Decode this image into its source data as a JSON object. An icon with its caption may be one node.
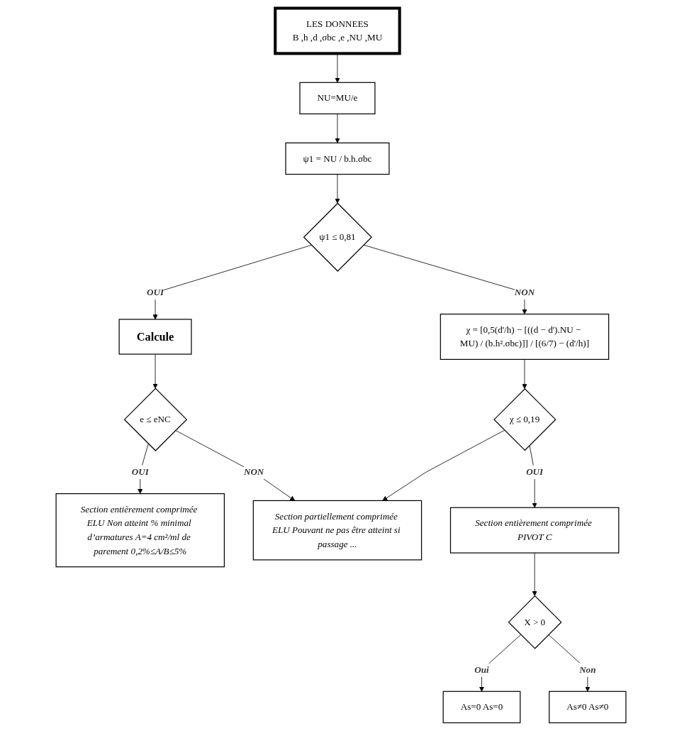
{
  "diagram": {
    "nodes": [
      {
        "text": [
          "LES DONNEES",
          "B ,h ,d ,σbc ,e ,NU ,MU"
        ]
      },
      {
        "text": [
          "NU=MU/e"
        ]
      },
      {
        "text": [
          "ψ1 = NU / b.h.σbc"
        ]
      },
      {
        "text": [
          "ψ1 ≤ 0,81"
        ]
      },
      {
        "text": [
          "Calcule"
        ]
      },
      {
        "text": [
          "χ = [0,5(d'/h) − [((d − d').NU − MU) / (b.h².σbc)]] / [(6/7) − (d'/h)]"
        ]
      },
      {
        "text": [
          "e ≤ eNC"
        ]
      },
      {
        "text": [
          "χ ≤ 0,19"
        ]
      },
      {
        "text": [
          "Section entièrement comprimée ELU Non atteint % minimal d’armatures A=4 cm²/ml de parement 0,2%≤A/B≤5%"
        ]
      },
      {
        "text": [
          "Section partiellement comprimée ELU Pouvant ne pas être atteint si passage ..."
        ]
      },
      {
        "text": [
          "Section entièrement comprimée PIVOT C"
        ]
      },
      {
        "text": [
          "X > 0"
        ]
      },
      {
        "text": [
          "As=0 As=0"
        ]
      },
      {
        "text": [
          "As≠0 As≠0"
        ]
      }
    ],
    "edges": [
      {
        "from": 0,
        "to": 1,
        "arrow": "to"
      },
      {
        "from": 1,
        "to": 2,
        "arrow": "to"
      },
      {
        "from": 2,
        "to": 3,
        "arrow": "to"
      },
      {
        "from": 3,
        "to": 4,
        "arrow": "to",
        "label": "OUI"
      },
      {
        "from": 3,
        "to": 5,
        "arrow": "to",
        "label": "NON"
      },
      {
        "from": 4,
        "to": 6,
        "arrow": "to"
      },
      {
        "from": 5,
        "to": 7,
        "arrow": "to"
      },
      {
        "from": 6,
        "to": 8,
        "arrow": "to",
        "label": "OUI"
      },
      {
        "from": 6,
        "to": 9,
        "arrow": "to",
        "label": "NON"
      },
      {
        "from": 7,
        "to": 9,
        "arrow": "to"
      },
      {
        "from": 7,
        "to": 10,
        "arrow": "to",
        "label": "OUI"
      },
      {
        "from": 10,
        "to": 11,
        "arrow": "to"
      },
      {
        "from": 11,
        "to": 12,
        "arrow": "to",
        "label": "Oui"
      },
      {
        "from": 11,
        "to": 13,
        "arrow": "to",
        "label": "Non"
      }
    ]
  }
}
